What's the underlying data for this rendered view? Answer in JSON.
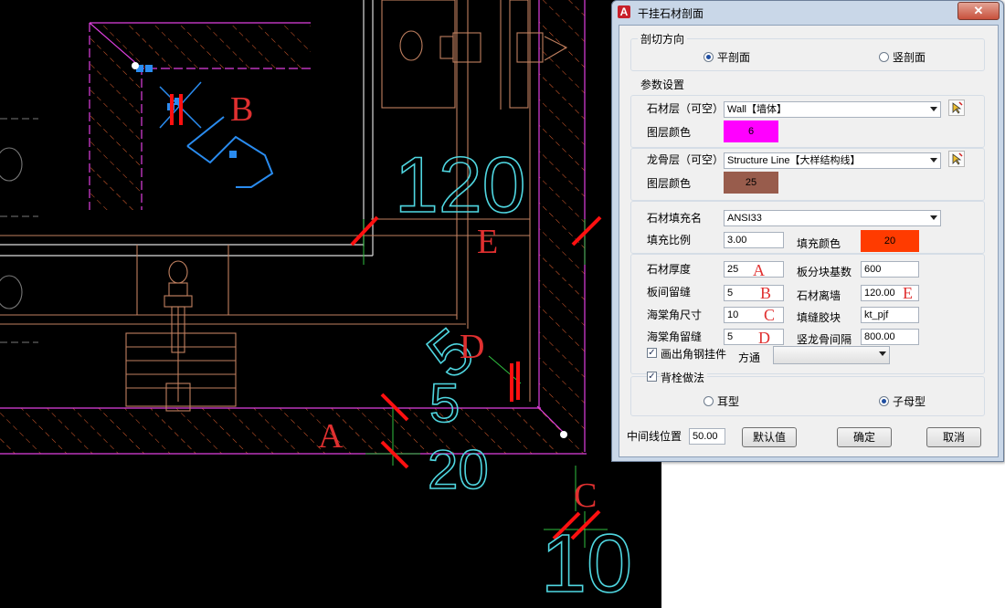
{
  "dialog": {
    "title": "干挂石材剖面",
    "close_label": "✕",
    "cut_direction": {
      "label": "剖切方向",
      "option_plan": "平剖面",
      "option_vertical": "竖剖面",
      "selected": "平剖面"
    },
    "params": {
      "label": "参数设置",
      "stone_layer_label": "石材层（可空）",
      "stone_layer_value": "Wall【墙体】",
      "stone_color_label": "图层颜色",
      "stone_color_value": "6",
      "stone_color": "#ff00ff",
      "keel_layer_label": "龙骨层（可空）",
      "keel_layer_value": "Structure Line【大样结构线】",
      "keel_color_label": "图层颜色",
      "keel_color_value": "25",
      "keel_color": "#985c4c",
      "fill_name_label": "石材填充名",
      "fill_name_value": "ANSI33",
      "fill_scale_label": "填充比例",
      "fill_scale_value": "3.00",
      "fill_color_label": "填充颜色",
      "fill_color_value": "20",
      "fill_color": "#ff3b00",
      "thickness_label": "石材厚度",
      "thickness_value": "25",
      "thickness_ann": "A",
      "block_base_label": "板分块基数",
      "block_base_value": "600",
      "gap_label": "板间留缝",
      "gap_value": "5",
      "gap_ann": "B",
      "offset_label": "石材离墙",
      "offset_value": "120.00",
      "offset_ann": "E",
      "corner_size_label": "海棠角尺寸",
      "corner_size_value": "10",
      "corner_size_ann": "C",
      "joint_block_label": "填缝胶块",
      "joint_block_value": "kt_pjf",
      "corner_gap_label": "海棠角留缝",
      "corner_gap_value": "5",
      "corner_gap_ann": "D",
      "keel_spacing_label": "竖龙骨间隔",
      "keel_spacing_value": "800.00",
      "angle_label": "画出角钢挂件",
      "angle_checked": true,
      "tube_label": "方通",
      "tube_value": ""
    },
    "back_bolt": {
      "label": "背栓做法",
      "checked": true,
      "option_ear": "耳型",
      "option_mother": "子母型",
      "selected": "子母型"
    },
    "footer": {
      "center_line_label": "中间线位置",
      "center_line_value": "50.00",
      "default_button": "默认值",
      "ok_button": "确定",
      "cancel_button": "取消"
    }
  },
  "cad": {
    "labels": {
      "a": "A",
      "b": "B",
      "c": "C",
      "d": "D",
      "e": "E"
    },
    "dims": {
      "d120": "120",
      "d5a": "5",
      "d5b": "5",
      "d20": "20",
      "d10": "10"
    },
    "colors": {
      "wall": "#e0e0e0",
      "magenta": "#e040e0",
      "hatch": "#e06030",
      "keel": "#c08060",
      "dim": "#4fd6e0",
      "mark": "#ff1010",
      "blue": "#2a8cf0"
    }
  }
}
